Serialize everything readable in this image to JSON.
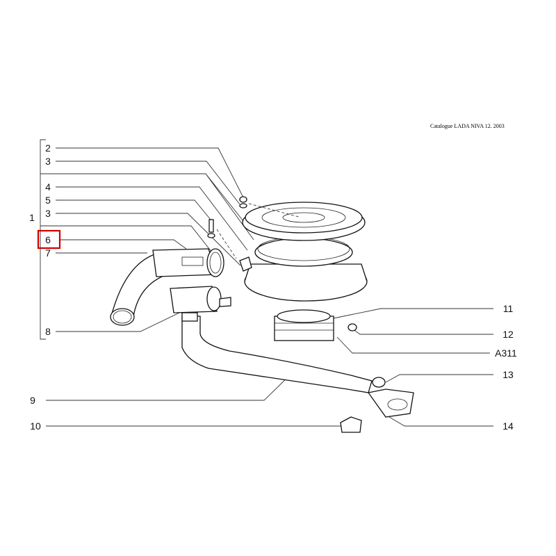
{
  "header": {
    "catalogue": "Catalogue LADA NIVA 12. 2003"
  },
  "callouts": {
    "c1": "1",
    "c2": "2",
    "c3a": "3",
    "c4": "4",
    "c5": "5",
    "c3b": "3",
    "c6": "6",
    "c7": "7",
    "c8": "8",
    "c9": "9",
    "c10": "10",
    "c11": "11",
    "c12": "12",
    "cA311": "A311",
    "c13": "13",
    "c14": "14"
  },
  "highlighted_callout": "6",
  "colors": {
    "highlight": "#d00000"
  }
}
